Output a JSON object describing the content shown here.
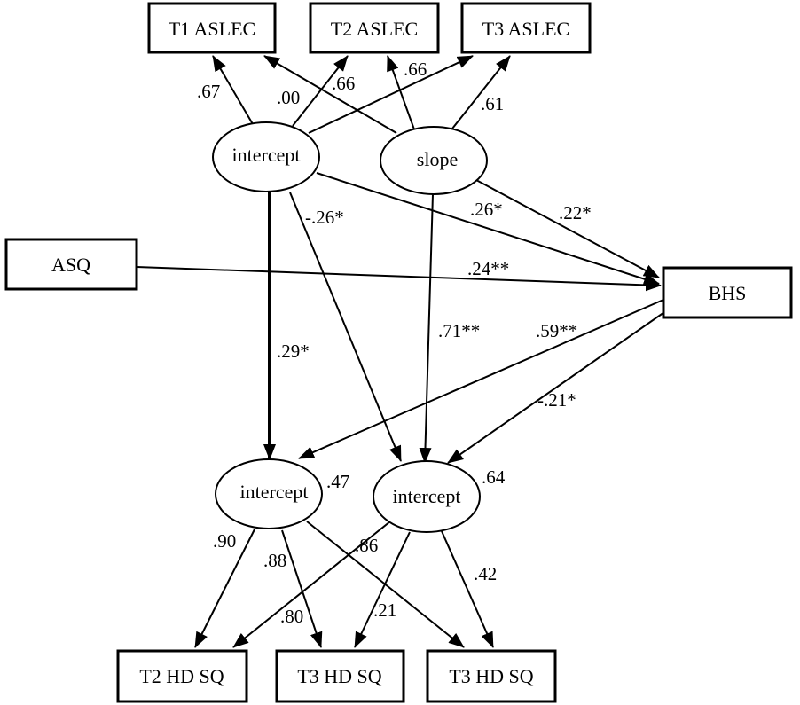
{
  "nodes": {
    "t1_aslec": "T1 ASLEC",
    "t2_aslec": "T2 ASLEC",
    "t3_aslec": "T3 ASLEC",
    "intercept_top": "intercept",
    "slope_top": "slope",
    "asq": "ASQ",
    "bhs": "BHS",
    "intercept_bottom_left": "intercept",
    "intercept_bottom_right": "intercept",
    "t2_hd_sq": "T2 HD SQ",
    "t3_hd_sq_a": "T3 HD SQ",
    "t3_hd_sq_b": "T3 HD SQ"
  },
  "coefficients": {
    "int_to_t1": ".67",
    "slope_to_t1": ".00",
    "int_to_t2": ".66",
    "slope_to_t2": ".66",
    "slope_to_t3": ".61",
    "int_to_bhs": ".26*",
    "slope_to_bhs": ".22*",
    "int_to_right_int": "-.26*",
    "asq_to_bhs": ".24**",
    "int_to_left_int": ".29*",
    "slope_to_right_int": ".71**",
    "bhs_to_left_int": ".59**",
    "bhs_to_right_int": "-.21*",
    "left_int_residual": ".47",
    "right_int_residual": ".64",
    "left_to_t2hd": ".90",
    "left_to_t3a": ".88",
    "left_to_t3b": ".86",
    "right_to_t2hd": ".80",
    "right_to_t3a": ".21",
    "right_to_t3b": ".42"
  },
  "colors": {
    "line": "#000000",
    "background": "#ffffff"
  }
}
